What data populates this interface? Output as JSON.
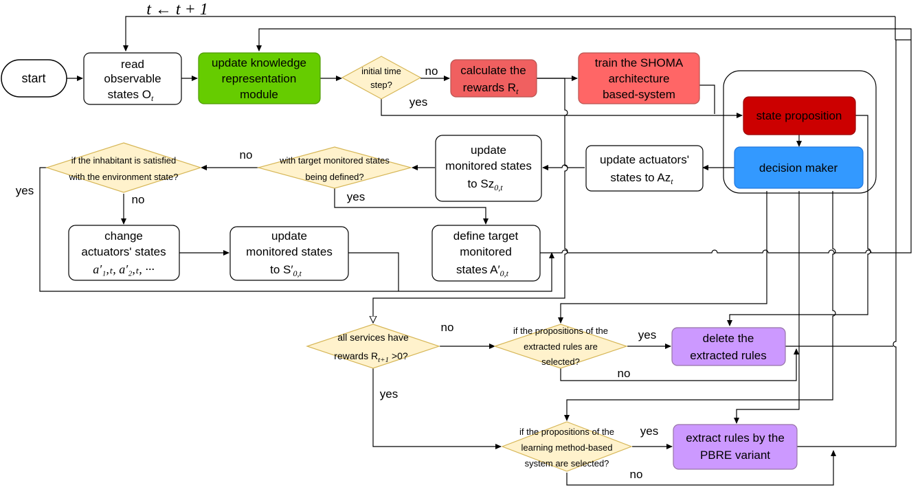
{
  "diagram": {
    "loop_label": "t ← t + 1",
    "start": "start",
    "read": {
      "lines": [
        "read",
        "observable"
      ],
      "math": "states O",
      "sub": "t"
    },
    "update_knowledge": [
      "update knowledge",
      "representation",
      "module"
    ],
    "initial_time": [
      "initial time",
      "step?"
    ],
    "calc_rewards": {
      "line1": "calculate the",
      "math": "rewards R",
      "sub": "t"
    },
    "train_shoma": [
      "train the SHOMA",
      "architecture",
      "based-system"
    ],
    "state_proposition": "state proposition",
    "decision_maker": "decision maker",
    "update_actuators": {
      "line1": "update actuators'",
      "math": "states to Az",
      "sub": "t"
    },
    "update_monitored_sz": {
      "lines": [
        "update",
        "monitored states"
      ],
      "math": "to Sz",
      "sub": "0,t"
    },
    "with_target": [
      "with target monitored states",
      "being defined?"
    ],
    "inhabitant_satisfied": [
      "if the inhabitant is satisfied",
      "with the environment state?"
    ],
    "change_actuators": {
      "lines": [
        "change",
        "actuators' states"
      ],
      "math": "a′₁,ₜ, a′₂,ₜ, ···"
    },
    "update_monitored_s0": {
      "lines": [
        "update",
        "monitored states"
      ],
      "math": "to S′",
      "sub": "0,t"
    },
    "define_target": {
      "lines": [
        "define target",
        "monitored"
      ],
      "math": "states A′",
      "sub": "0,t"
    },
    "all_services": {
      "line1": "all services have",
      "math": "rewards R",
      "sub": "t+1",
      "tail": " >0?"
    },
    "props_extracted": [
      "if the propositions of the",
      "extracted rules are",
      "selected?"
    ],
    "delete_rules": [
      "delete the",
      "extracted rules"
    ],
    "props_learning": [
      "if the propositions of the",
      "learning method-based",
      "system are selected?"
    ],
    "extract_rules": [
      "extract rules by the",
      "PBRE variant"
    ],
    "edge_labels": {
      "no_initial": "no",
      "yes_initial": "yes",
      "no_target": "no",
      "yes_target": "yes",
      "yes_inhabitant": "yes",
      "no_inhabitant": "no",
      "no_services": "no",
      "yes_services": "yes",
      "yes_extracted": "yes",
      "no_extracted": "no",
      "yes_learning": "yes",
      "no_learning": "no"
    }
  },
  "colors": {
    "white_box": "#ffffff",
    "green_box": "#66cc00",
    "red_light": "#f06060",
    "red_dark": "#cc0000",
    "blue_box": "#3399ff",
    "purple_box": "#cc99ff",
    "diamond": "#fff2cc",
    "diamond_stroke": "#d6b656"
  }
}
